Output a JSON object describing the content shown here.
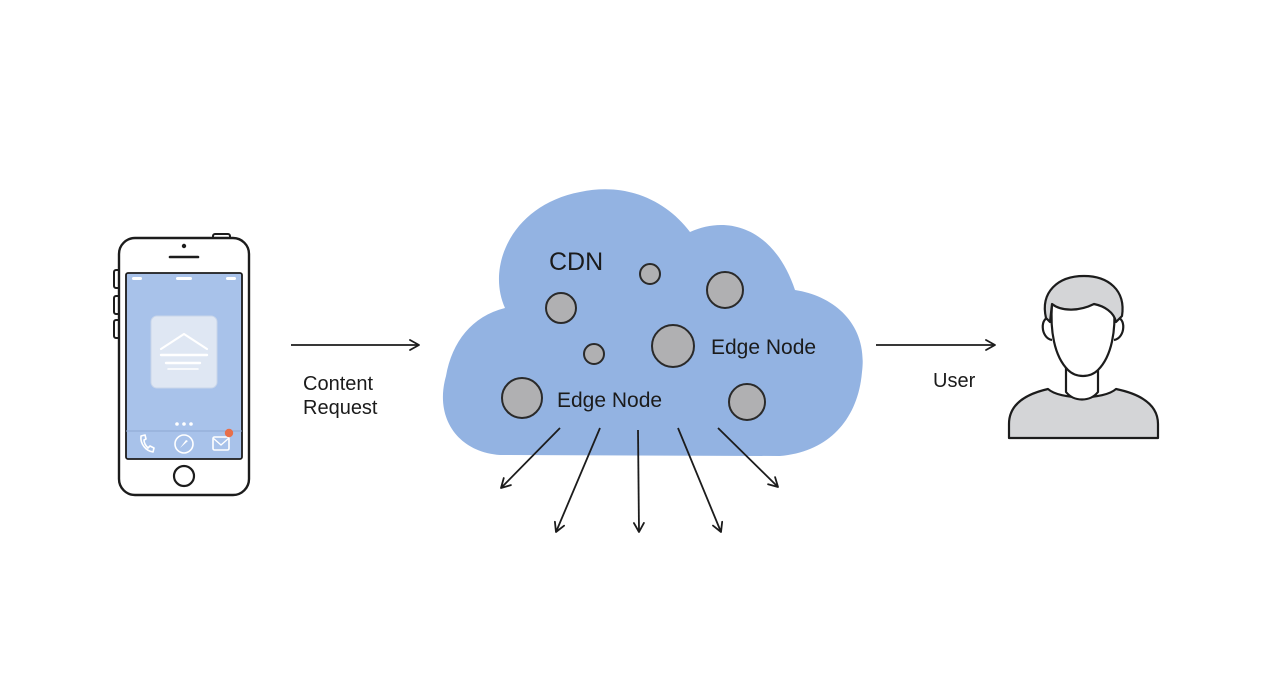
{
  "labels": {
    "cdn": "CDN",
    "edge_node_right": "Edge Node",
    "edge_node_left": "Edge Node",
    "content_request_line1": "Content",
    "content_request_line2": "Request",
    "user": "User"
  },
  "colors": {
    "cloud_fill": "#93b3e2",
    "node_fill": "#b0b0b2",
    "screen_fill": "#a8c2ea",
    "person_fill": "#d4d5d7",
    "badge": "#e86f4a",
    "line": "#1c1c1c"
  },
  "icons": {
    "device": "smartphone-icon",
    "user": "person-avatar-icon"
  }
}
